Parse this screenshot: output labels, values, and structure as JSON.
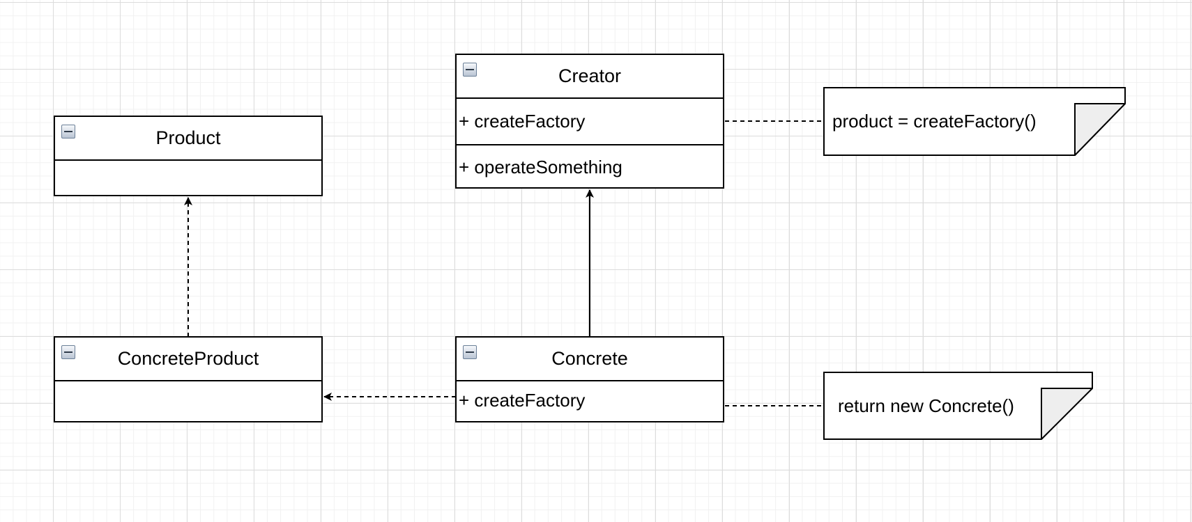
{
  "diagram": {
    "classes": {
      "product": {
        "name": "Product",
        "members": []
      },
      "concrete_product": {
        "name": "ConcreteProduct",
        "members": []
      },
      "creator": {
        "name": "Creator",
        "members": [
          "+ createFactory",
          "+ operateSomething"
        ]
      },
      "concrete": {
        "name": "Concrete",
        "members": [
          "+ createFactory"
        ]
      }
    },
    "notes": {
      "creator_note": "product = createFactory()",
      "concrete_note": "return new Concrete()"
    },
    "relations": [
      {
        "from": "ConcreteProduct",
        "to": "Product",
        "style": "dashed"
      },
      {
        "from": "Concrete",
        "to": "Creator",
        "style": "solid"
      },
      {
        "from": "Concrete",
        "to": "ConcreteProduct",
        "style": "dashed"
      }
    ],
    "colors": {
      "line": "#000000",
      "note_fold": "#eeeeee",
      "grid": "#dcdcdc"
    }
  }
}
